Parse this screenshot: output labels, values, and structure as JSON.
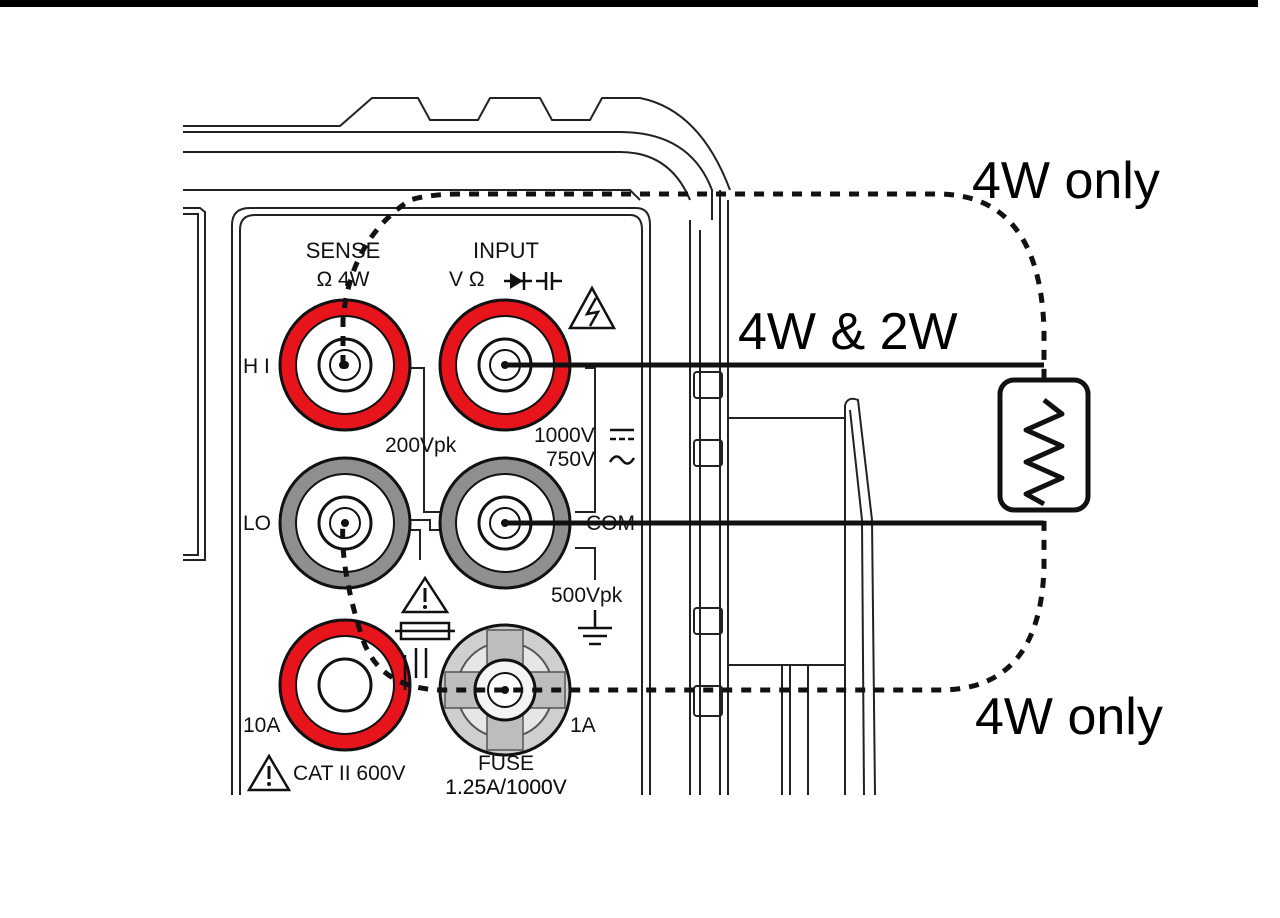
{
  "labels": {
    "sense_title": "SENSE",
    "sense_sub": "Ω 4W",
    "input_title": "INPUT",
    "input_sub": "V Ω",
    "hi": "H I",
    "lo": "LO",
    "v200": "200Vpk",
    "v1000": "1000V",
    "v750": "750V",
    "com": "COM",
    "v500": "500Vpk",
    "a10": "10A",
    "a1": "1A",
    "fuse": "FUSE",
    "fuse_rating": "1.25A/1000V",
    "cat": "CAT II 600V"
  },
  "callouts": {
    "top": "4W only",
    "middle": "4W & 2W",
    "bottom": "4W only"
  },
  "colors": {
    "red_terminal": "#e8141c",
    "gray_terminal": "#8f8f8f",
    "light_terminal": "#cfcfcf",
    "line": "#111111"
  },
  "icons": {
    "resistor": "resistor-icon",
    "warning": "warning-triangle-icon",
    "lightning": "high-voltage-icon",
    "ground": "ground-icon",
    "fuse": "fuse-icon",
    "diode": "diode-icon",
    "capacitor": "capacitor-icon"
  }
}
